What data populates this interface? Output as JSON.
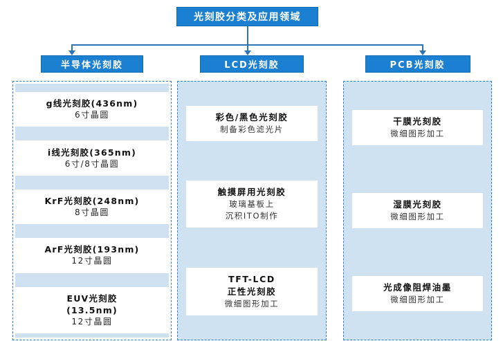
{
  "title": "光刻胶分类及应用领域",
  "columns": [
    {
      "header": "半导体光刻胶",
      "style": "striped",
      "items": [
        {
          "main": "g线光刻胶(436nm)",
          "sub": [
            "6寸晶圆"
          ]
        },
        {
          "main": "i线光刻胶(365nm)",
          "sub": [
            "6寸/8寸晶圆"
          ]
        },
        {
          "main": "KrF光刻胶(248nm)",
          "sub": [
            "8寸晶圆"
          ]
        },
        {
          "main": "ArF光刻胶(193nm)",
          "sub": [
            "12寸晶圆"
          ]
        },
        {
          "main": "EUV光刻胶",
          "main2": "(13.5nm)",
          "sub": [
            "12寸晶圆"
          ]
        }
      ]
    },
    {
      "header": "LCD光刻胶",
      "style": "cards",
      "items": [
        {
          "main": "彩色/黑色光刻胶",
          "sub": [
            "制备彩色滤光片"
          ]
        },
        {
          "main": "触摸屏用光刻胶",
          "sub": [
            "玻璃基板上",
            "沉积ITO制作"
          ]
        },
        {
          "main": "TFT-LCD",
          "main2": "正性光刻胶",
          "sub": [
            "微细图形加工"
          ]
        }
      ]
    },
    {
      "header": "PCB光刻胶",
      "style": "cards",
      "items": [
        {
          "main": "干膜光刻胶",
          "sub": [
            "微细图形加工"
          ]
        },
        {
          "main": "湿膜光刻胶",
          "sub": [
            "微细图形加工"
          ]
        },
        {
          "main": "光成像阻焊油墨",
          "sub": [
            "微细图形加工"
          ]
        }
      ]
    }
  ],
  "colors": {
    "brand_blue": "#1b7fd2",
    "connector_blue": "#2e74b5",
    "dashed_border": "#2f7fd0",
    "band_blue": "#cfe0f0",
    "panel_blue": "#cfe2f2"
  }
}
